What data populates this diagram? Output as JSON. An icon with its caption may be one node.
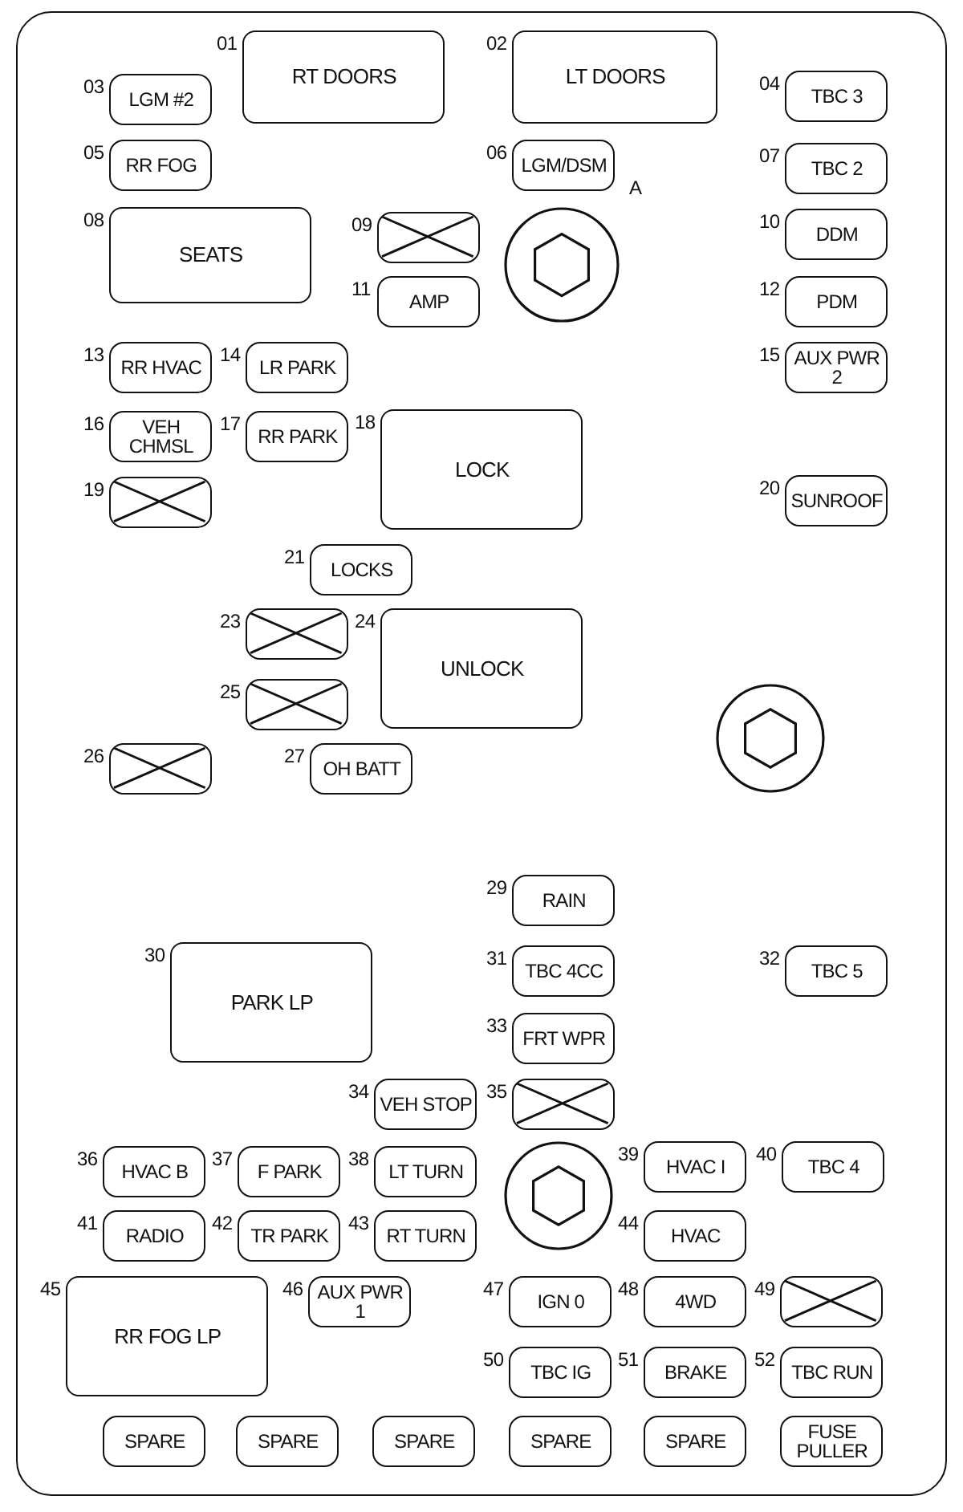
{
  "diagram": {
    "nodes": [
      {
        "text": [],
        "shape": "box"
      },
      {
        "text": [
          "RT DOORS"
        ],
        "beside": [
          "01"
        ],
        "in": 0
      },
      {
        "text": [
          "LT DOORS"
        ],
        "beside": [
          "02"
        ],
        "in": 0
      },
      {
        "text": [
          "LGM #2"
        ],
        "beside": [
          "03"
        ],
        "in": 0
      },
      {
        "text": [
          "TBC 3"
        ],
        "beside": [
          "04"
        ],
        "in": 0
      },
      {
        "text": [
          "RR FOG"
        ],
        "beside": [
          "05"
        ],
        "in": 0
      },
      {
        "text": [
          "LGM/DSM"
        ],
        "beside": [
          "06"
        ],
        "in": 0
      },
      {
        "text": [
          "TBC 2"
        ],
        "beside": [
          "07"
        ],
        "in": 0
      },
      {
        "text": [
          "SEATS"
        ],
        "beside": [
          "08"
        ],
        "in": 0
      },
      {
        "text": [],
        "shape": "box",
        "beside": [
          "09"
        ],
        "in": 0
      },
      {
        "text": [
          "DDM"
        ],
        "beside": [
          "10"
        ],
        "in": 0
      },
      {
        "text": [
          "AMP"
        ],
        "beside": [
          "11"
        ],
        "in": 0
      },
      {
        "text": [
          "PDM"
        ],
        "beside": [
          "12"
        ],
        "in": 0
      },
      {
        "text": [
          "RR HVAC"
        ],
        "beside": [
          "13"
        ],
        "in": 0
      },
      {
        "text": [
          "LR PARK"
        ],
        "beside": [
          "14"
        ],
        "in": 0
      },
      {
        "text": [
          "AUX PWR 2"
        ],
        "beside": [
          "15"
        ],
        "in": 0
      },
      {
        "text": [
          "VEH CHMSL"
        ],
        "beside": [
          "16"
        ],
        "in": 0
      },
      {
        "text": [
          "RR PARK"
        ],
        "beside": [
          "17"
        ],
        "in": 0
      },
      {
        "text": [
          "LOCK"
        ],
        "beside": [
          "18"
        ],
        "in": 0
      },
      {
        "text": [],
        "shape": "box",
        "beside": [
          "19"
        ],
        "in": 0
      },
      {
        "text": [
          "SUNROOF"
        ],
        "beside": [
          "20"
        ],
        "in": 0
      },
      {
        "text": [
          "LOCKS"
        ],
        "beside": [
          "21"
        ],
        "in": 0
      },
      {
        "text": [],
        "shape": "box",
        "beside": [
          "23"
        ],
        "in": 0
      },
      {
        "text": [
          "UNLOCK"
        ],
        "beside": [
          "24"
        ],
        "in": 0
      },
      {
        "text": [],
        "shape": "box",
        "beside": [
          "25"
        ],
        "in": 0
      },
      {
        "text": [],
        "shape": "box",
        "beside": [
          "26"
        ],
        "in": 0
      },
      {
        "text": [
          "OH BATT"
        ],
        "beside": [
          "27"
        ],
        "in": 0
      },
      {
        "text": [
          "RAIN"
        ],
        "beside": [
          "29"
        ],
        "in": 0
      },
      {
        "text": [
          "PARK LP"
        ],
        "beside": [
          "30"
        ],
        "in": 0
      },
      {
        "text": [
          "TBC 4CC"
        ],
        "beside": [
          "31"
        ],
        "in": 0
      },
      {
        "text": [
          "TBC 5"
        ],
        "beside": [
          "32"
        ],
        "in": 0
      },
      {
        "text": [
          "FRT WPR"
        ],
        "beside": [
          "33"
        ],
        "in": 0
      },
      {
        "text": [
          "VEH STOP"
        ],
        "beside": [
          "34"
        ],
        "in": 0
      },
      {
        "text": [],
        "shape": "box",
        "beside": [
          "35"
        ],
        "in": 0
      },
      {
        "text": [
          "HVAC B"
        ],
        "beside": [
          "36"
        ],
        "in": 0
      },
      {
        "text": [
          "F PARK"
        ],
        "beside": [
          "37"
        ],
        "in": 0
      },
      {
        "text": [
          "LT TURN"
        ],
        "beside": [
          "38"
        ],
        "in": 0
      },
      {
        "text": [
          "HVAC I"
        ],
        "beside": [
          "39"
        ],
        "in": 0
      },
      {
        "text": [
          "TBC 4"
        ],
        "beside": [
          "40"
        ],
        "in": 0
      },
      {
        "text": [
          "RADIO"
        ],
        "beside": [
          "41"
        ],
        "in": 0
      },
      {
        "text": [
          "TR PARK"
        ],
        "beside": [
          "42"
        ],
        "in": 0
      },
      {
        "text": [
          "RT TURN"
        ],
        "beside": [
          "43"
        ],
        "in": 0
      },
      {
        "text": [
          "HVAC"
        ],
        "beside": [
          "44"
        ],
        "in": 0
      },
      {
        "text": [
          "RR FOG LP"
        ],
        "beside": [
          "45"
        ],
        "in": 0
      },
      {
        "text": [
          "AUX PWR 1"
        ],
        "beside": [
          "46"
        ],
        "in": 0
      },
      {
        "text": [
          "IGN 0"
        ],
        "beside": [
          "47"
        ],
        "in": 0
      },
      {
        "text": [
          "4WD"
        ],
        "beside": [
          "48"
        ],
        "in": 0
      },
      {
        "text": [],
        "shape": "box",
        "beside": [
          "49"
        ],
        "in": 0
      },
      {
        "text": [
          "TBC IG"
        ],
        "beside": [
          "50"
        ],
        "in": 0
      },
      {
        "text": [
          "BRAKE"
        ],
        "beside": [
          "51"
        ],
        "in": 0
      },
      {
        "text": [
          "TBC RUN"
        ],
        "beside": [
          "52"
        ],
        "in": 0
      },
      {
        "text": [
          "SPARE"
        ],
        "in": 0
      },
      {
        "text": [
          "SPARE"
        ],
        "in": 0
      },
      {
        "text": [
          "SPARE"
        ],
        "in": 0
      },
      {
        "text": [
          "SPARE"
        ],
        "in": 0
      },
      {
        "text": [
          "SPARE"
        ],
        "in": 0
      },
      {
        "text": [
          "FUSE PULLER"
        ],
        "in": 0
      }
    ],
    "edges": [],
    "labels": [
      "A"
    ]
  }
}
